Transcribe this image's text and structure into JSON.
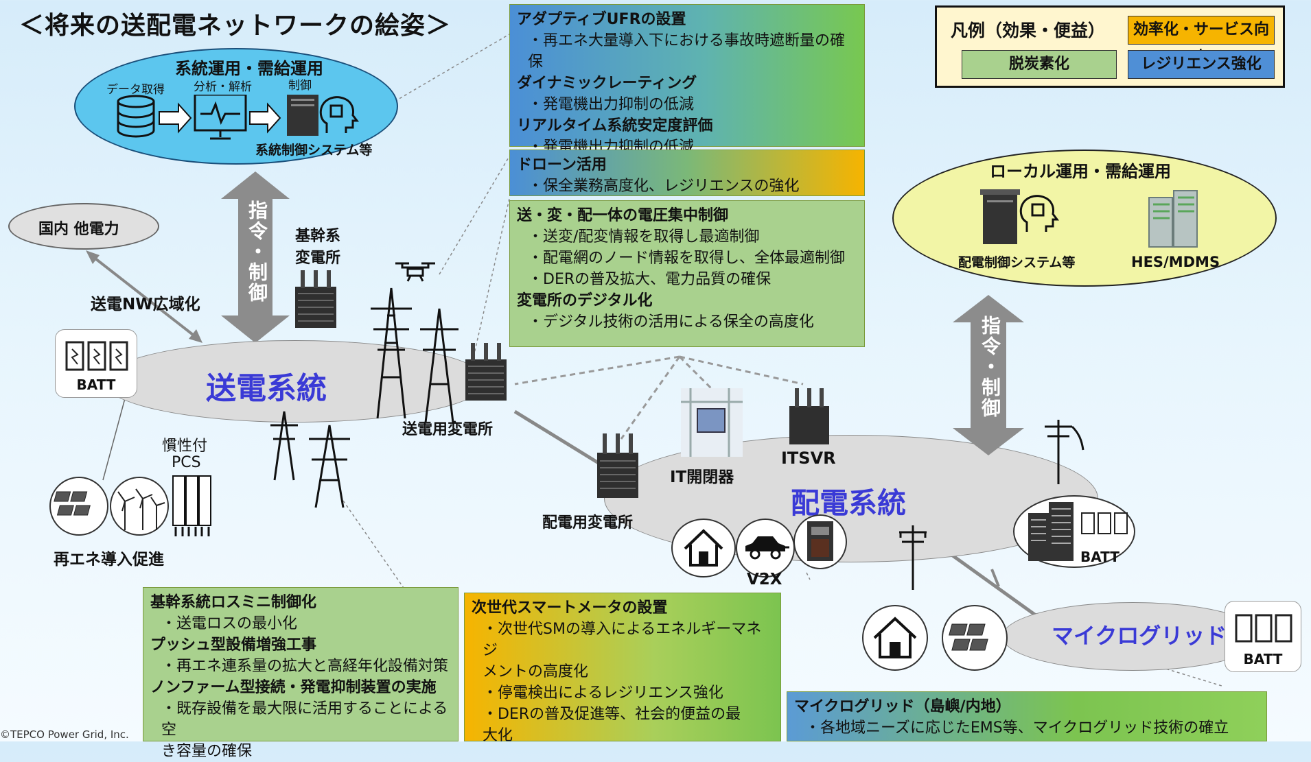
{
  "title": "＜将来の送配電ネットワークの絵姿＞",
  "legend": {
    "title": "凡例（効果・便益）",
    "efficiency": "効率化・サービス向上",
    "decarbon": "脱炭素化",
    "resilience": "レジリエンス強化",
    "colors": {
      "efficiency": "#f6b400",
      "decarbon": "#a9d18e",
      "resilience": "#4f8fd6"
    }
  },
  "system_ops": {
    "title": "系統運用・需給運用",
    "step1": "データ取得",
    "step2": "分析・解析",
    "step3": "制御",
    "caption": "系統制御システム等"
  },
  "local_ops": {
    "title": "ローカル運用・需給運用",
    "left_caption": "配電制御システム等",
    "right_caption": "HES/MDMS"
  },
  "command_left": "指令・制御",
  "command_right": "指令・制御",
  "domestic": "国内 他電力",
  "wide_area": "送電NW広域化",
  "trans_system": "送電系統",
  "dist_system": "配電系統",
  "microgrid": "マイクログリッド",
  "labels": {
    "backbone_substation_1": "基幹系",
    "backbone_substation_2": "変電所",
    "trans_substation": "送電用変電所",
    "dist_substation": "配電用変電所",
    "it_switch": "IT開閉器",
    "itsvr": "ITSVR",
    "inertia_1": "慣性付",
    "inertia_2": "PCS",
    "renewable": "再エネ導入促進",
    "v2x": "V2X",
    "batt": "BATT"
  },
  "box_ufr": {
    "lines": [
      {
        "t": "アダプティブUFRの設置",
        "h": true
      },
      {
        "t": "・再エネ大量導入下における事故時遮断量の確保",
        "h": false
      },
      {
        "t": "ダイナミックレーティング",
        "h": true
      },
      {
        "t": "・発電機出力抑制の低減",
        "h": false
      },
      {
        "t": "リアルタイム系統安定度評価",
        "h": true
      },
      {
        "t": "・発電機出力抑制の低減",
        "h": false
      }
    ]
  },
  "box_drone": {
    "lines": [
      {
        "t": "ドローン活用",
        "h": true
      },
      {
        "t": "・保全業務高度化、レジリエンスの強化",
        "h": false
      }
    ]
  },
  "box_voltage": {
    "lines": [
      {
        "t": "送・変・配一体の電圧集中制御",
        "h": true
      },
      {
        "t": "・送変/配変情報を取得し最適制御",
        "h": false
      },
      {
        "t": "・配電網のノード情報を取得し、全体最適制御",
        "h": false
      },
      {
        "t": "・DERの普及拡大、電力品質の確保",
        "h": false
      },
      {
        "t": "変電所のデジタル化",
        "h": true
      },
      {
        "t": "・デジタル技術の活用による保全の高度化",
        "h": false
      }
    ]
  },
  "box_loss": {
    "lines": [
      {
        "t": "基幹系統ロスミニ制御化",
        "h": true
      },
      {
        "t": "・送電ロスの最小化",
        "h": false
      },
      {
        "t": "プッシュ型設備増強工事",
        "h": true
      },
      {
        "t": "・再エネ連系量の拡大と高経年化設備対策",
        "h": false
      },
      {
        "t": "ノンファーム型接続・発電抑制装置の実施",
        "h": true
      },
      {
        "t": "・既存設備を最大限に活用することによる空",
        "h": false
      },
      {
        "t": "き容量の確保",
        "h": false
      }
    ]
  },
  "box_sm": {
    "lines": [
      {
        "t": "次世代スマートメータの設置",
        "h": true
      },
      {
        "t": "・次世代SMの導入によるエネルギーマネジ",
        "h": false
      },
      {
        "t": "メントの高度化",
        "h": false
      },
      {
        "t": "・停電検出によるレジリエンス強化",
        "h": false
      },
      {
        "t": "・DERの普及促進等、社会的便益の最",
        "h": false
      },
      {
        "t": "大化",
        "h": false
      }
    ]
  },
  "box_micro": {
    "lines": [
      {
        "t": "マイクログリッド（島嶼/内地）",
        "h": true
      },
      {
        "t": "・各地域ニーズに応じたEMS等、マイクログリッド技術の確立",
        "h": false
      }
    ]
  },
  "copyright": "©TEPCO Power Grid, Inc."
}
